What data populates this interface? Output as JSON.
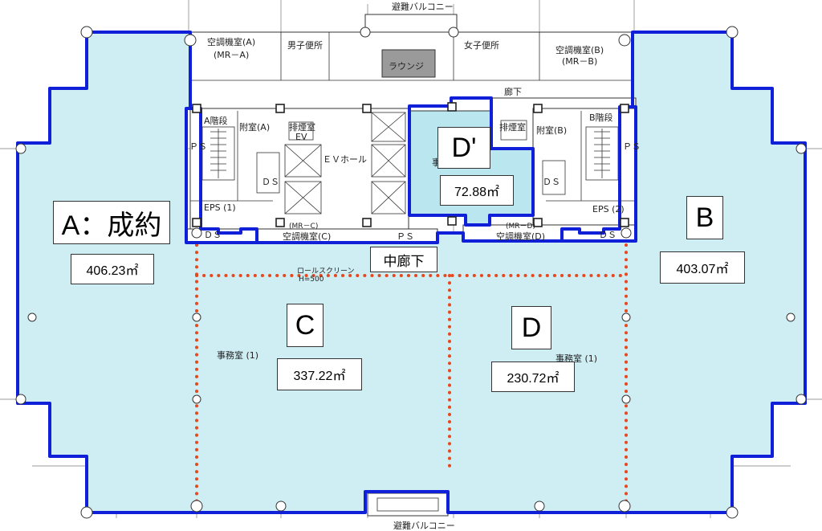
{
  "zones": {
    "a": {
      "label": "A：成約",
      "area": "406.23㎡"
    },
    "b": {
      "label": "B",
      "area": "403.07㎡"
    },
    "c": {
      "label": "C",
      "area": "337.22㎡"
    },
    "d": {
      "label": "D",
      "area": "230.72㎡"
    },
    "dp": {
      "label": "D'",
      "area": "72.88㎡"
    }
  },
  "corridor": "中廊下",
  "rooms": {
    "mr_a_1": "空調機室(A)",
    "mr_a_2": "(MR－A)",
    "mr_b_1": "空調機室(B)",
    "mr_b_2": "(MR－B)",
    "mens": "男子便所",
    "womens": "女子便所",
    "lounge": "ラウンジ",
    "hall_top": "廊下",
    "stair_a": "A階段",
    "stair_b": "B階段",
    "annex_a": "附室(A)",
    "annex_b": "附室(B)",
    "smoke_a": "排煙室",
    "smoke_b": "排煙室",
    "ev": "EV",
    "ev_hall": "ＥＶホール",
    "ds_l": "ＤＳ",
    "ds_r": "ＤＳ",
    "ds_bl": "ＤＳ",
    "ds_br": "ＤＳ",
    "eps_1": "EPS (1)",
    "eps_2": "EPS (2)",
    "ps_c": "ＰＳ",
    "ps_l": "ＰＳ",
    "ps_r": "ＰＳ",
    "mr_c": "空調機室(C)",
    "mr_c_tag": "(MR－C)",
    "mr_d": "空調機室(D)",
    "mr_d_tag": "(MR－D)",
    "office_1": "事務室 (1)",
    "office_2": "事務室 (1)",
    "office_small": "事",
    "balcony_top": "避難バルコニー",
    "balcony_bot": "避難バルコニー",
    "shutter": "ロールスクリーン",
    "dim": "H=500"
  }
}
